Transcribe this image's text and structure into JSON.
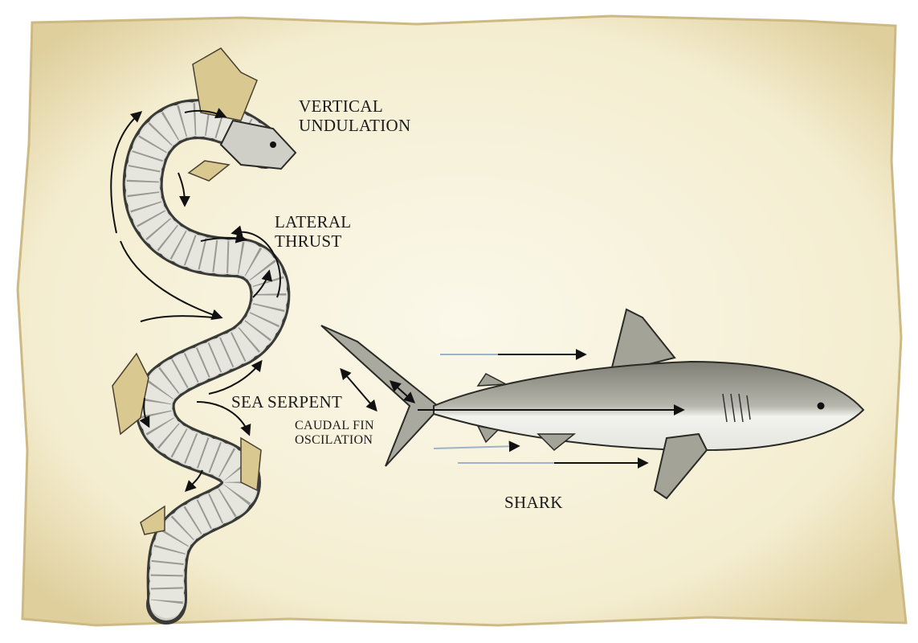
{
  "labels": {
    "vertical_undulation": [
      "VERTICAL",
      "UNDULATION"
    ],
    "lateral_thrust": [
      "LATERAL",
      "THRUST"
    ],
    "sea_serpent": "SEA SERPENT",
    "caudal_fin": [
      "CAUDAL FIN",
      "OSCILATION"
    ],
    "shark": "SHARK"
  },
  "colors": {
    "parchment": "#f6f0d6",
    "parchment_edge": "#e2d3a4",
    "serpent_body": "#dcdcd6",
    "fin": "#d9c890",
    "shark_top": "#8f8f86",
    "shark_belly": "#f2f2ee",
    "ink": "#1a1a1a",
    "flow_line": "#9fb3c8"
  }
}
